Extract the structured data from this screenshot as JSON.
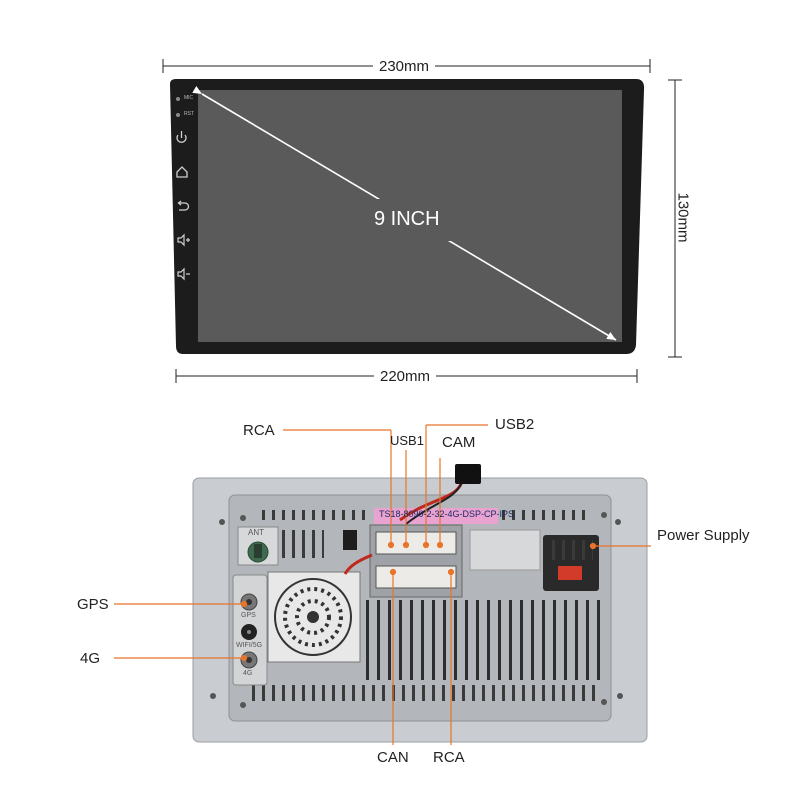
{
  "dimensions": {
    "top_width": "230mm",
    "bottom_width": "220mm",
    "height": "130mm"
  },
  "screen": {
    "size_label": "9 INCH",
    "side_labels": [
      "MIC",
      "RST"
    ]
  },
  "rear_panel": {
    "sticker_text": "TS18-8090-2-32-4G-DSP-CP-IPS",
    "ant_label": "ANT",
    "gps_port_label": "GPS",
    "wifi_port_label": "WIFI/5G",
    "fourg_port_label": "4G"
  },
  "callouts": {
    "rca_top": "RCA",
    "usb1": "USB1",
    "usb2": "USB2",
    "cam": "CAM",
    "power": "Power Supply",
    "gps": "GPS",
    "fourg": "4G",
    "can": "CAN",
    "rca_bottom": "RCA"
  },
  "colors": {
    "callout_line": "#e8742a",
    "screen": "#5a5a5a",
    "bezel": "#1c1c1c",
    "panel": "#c9ccd0"
  }
}
